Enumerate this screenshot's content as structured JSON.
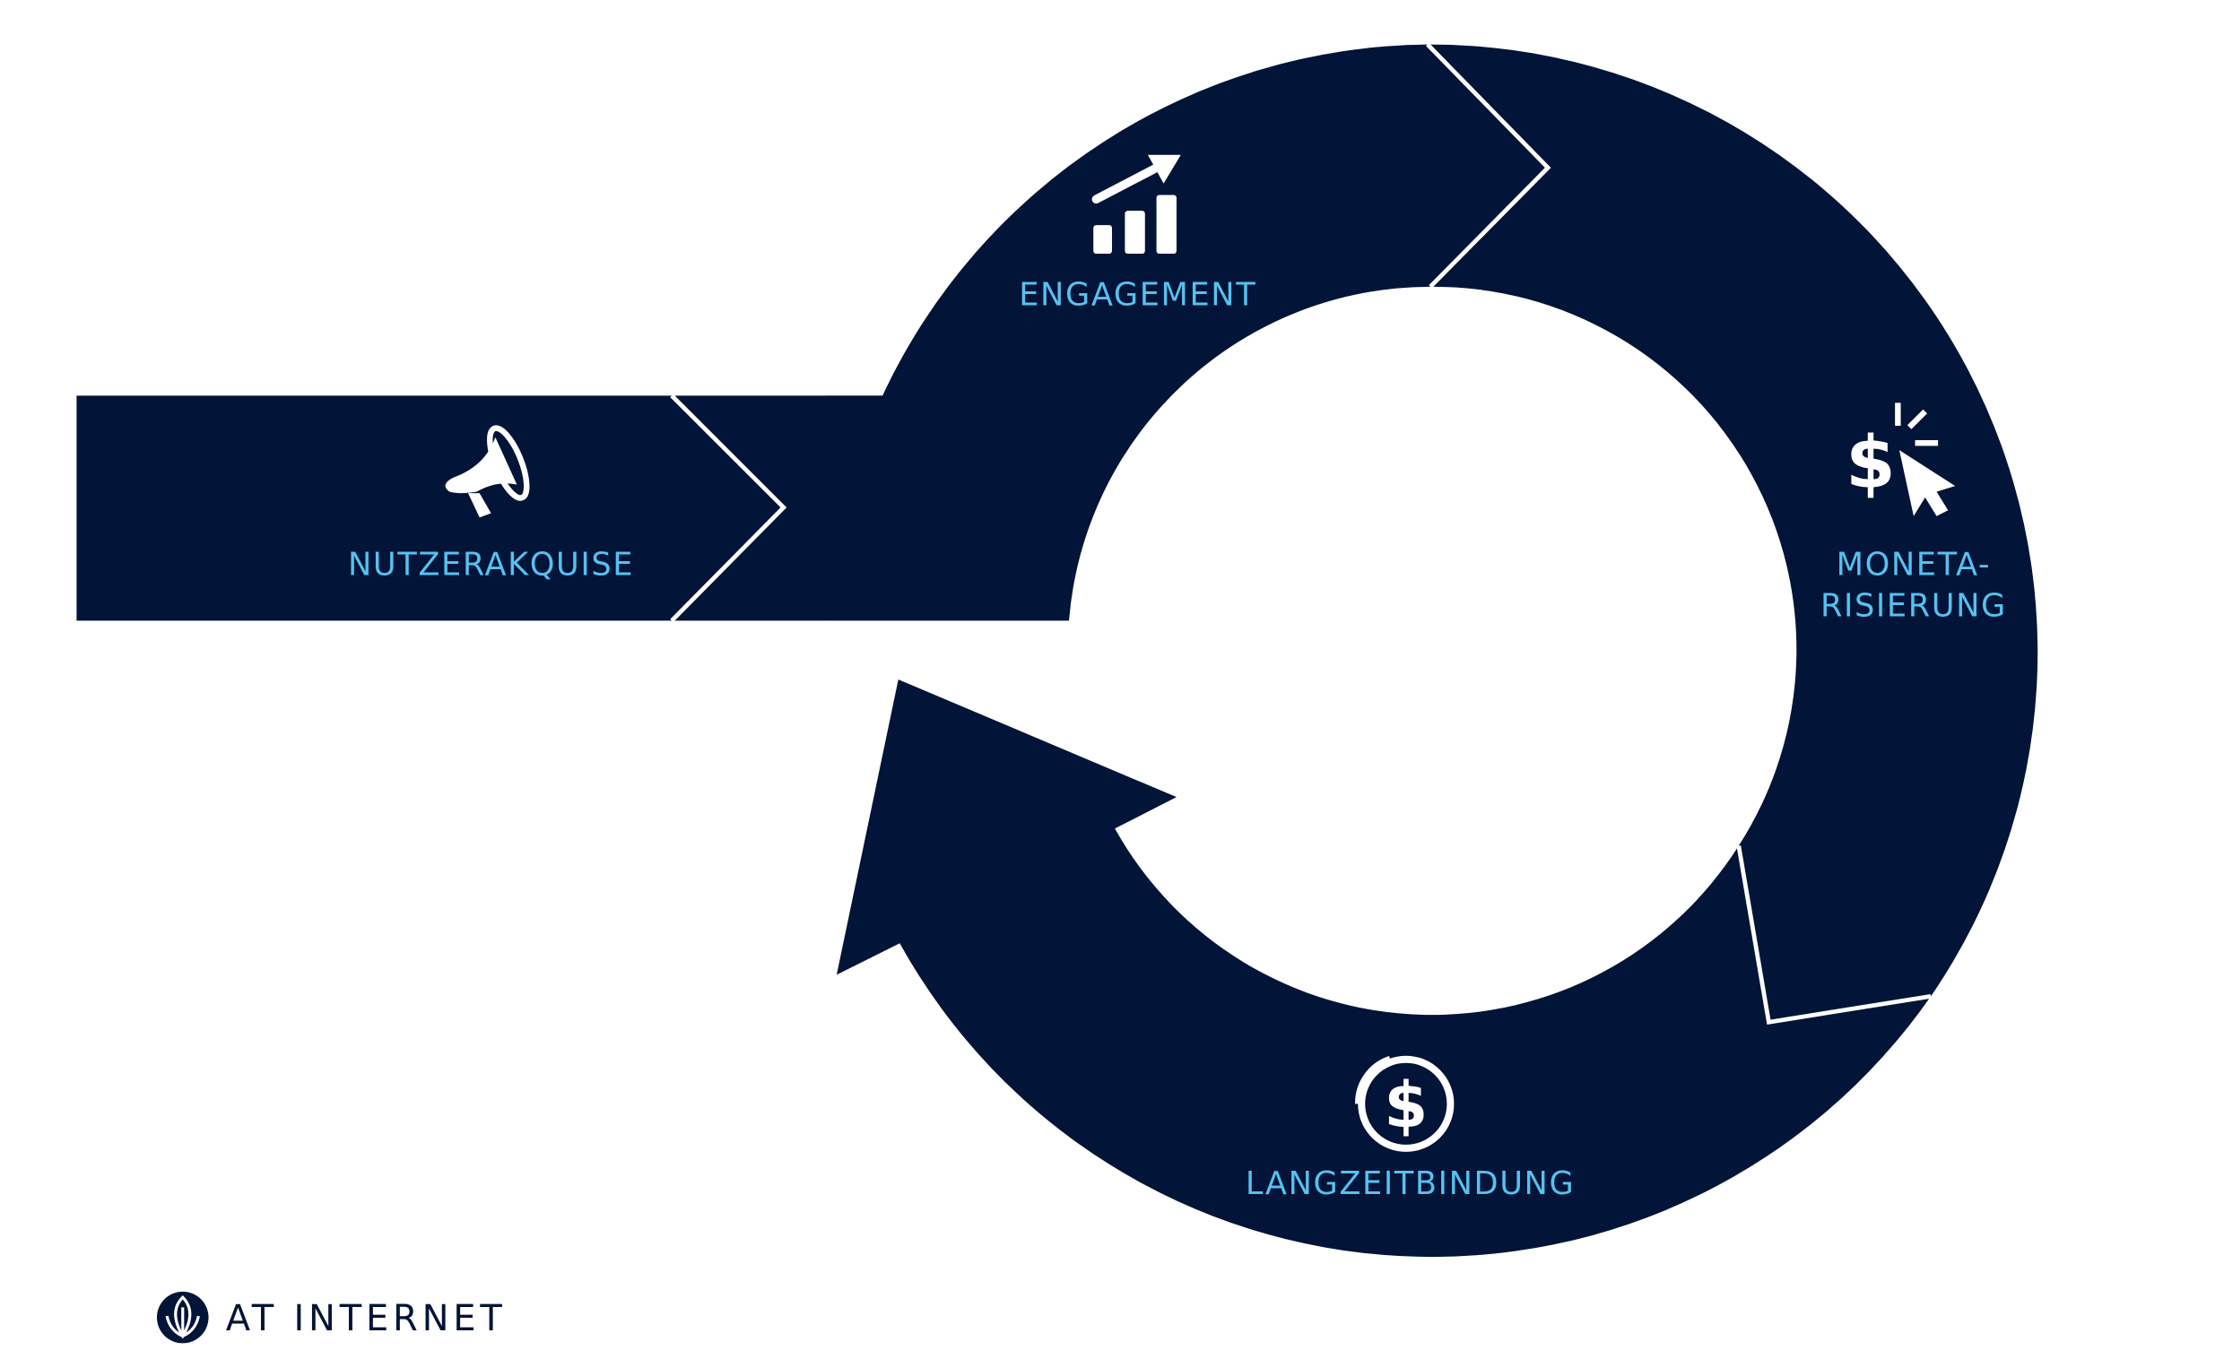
{
  "colors": {
    "shape_fill": "#021437",
    "label_color": "#56c1f0",
    "icon_color": "#ffffff",
    "background": "#ffffff"
  },
  "stages": {
    "acquisition": {
      "label": "NUTZERAKQUISE",
      "icon": "megaphone-icon"
    },
    "engagement": {
      "label": "ENGAGEMENT",
      "icon": "rising-chart-icon"
    },
    "monetization": {
      "label_line1": "MONETA-",
      "label_line2": "RISIERUNG",
      "icon": "dollar-click-icon"
    },
    "retention": {
      "label": "LANGZEITBINDUNG",
      "icon": "dollar-cycle-icon"
    }
  },
  "brand": {
    "name": "AT INTERNET",
    "icon": "leaf-logo-icon"
  }
}
